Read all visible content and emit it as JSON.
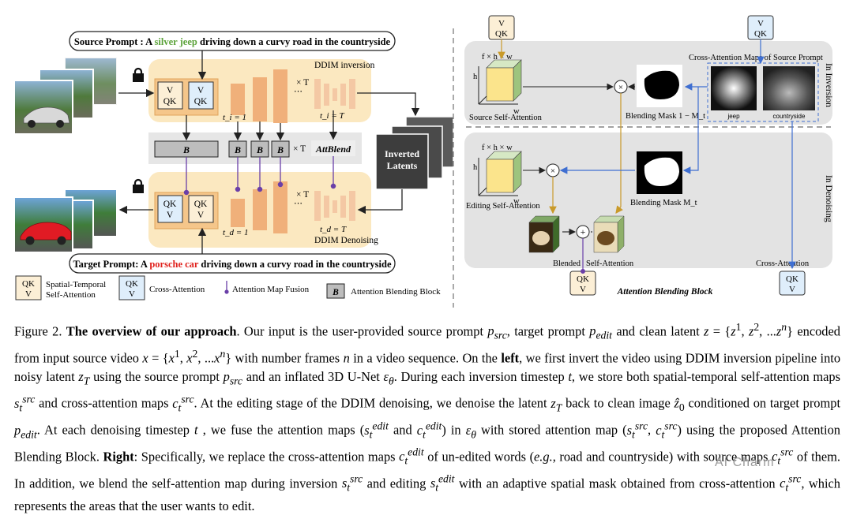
{
  "left": {
    "source_prompt": {
      "prefix": "Source Prompt : A ",
      "highlight": "silver jeep",
      "suffix": " driving down a curvy road in the countryside",
      "highlight_color": "#5ca33a"
    },
    "target_prompt": {
      "prefix": "Target Prompt: A ",
      "highlight": "porsche car",
      "suffix": " driving down a curvy road in the countryside",
      "highlight_color": "#e0201b"
    },
    "ddim_inversion": "DDIM inversion",
    "ddim_denoising": "DDIM Denoising",
    "times_T": "× T",
    "ti_1": "t_i = 1",
    "ti_T": "t_i = T",
    "td_1": "t_d = 1",
    "td_T": "t_d = T",
    "b_label": "B",
    "attblend": "AttBlend",
    "inverted_latents": [
      "Inverted",
      "Latents"
    ],
    "v_qk": [
      "V",
      "QK"
    ],
    "qk_v": [
      "QK",
      "V"
    ]
  },
  "legend": {
    "spatial_temporal": [
      "Spatial-Temporal",
      "Self-Attention"
    ],
    "cross_attention": "Cross-Attention",
    "fusion": "Attention Map Fusion",
    "blending_block": "Attention Blending Block",
    "b_label": "B"
  },
  "right": {
    "in_inversion": "In Inversion",
    "in_denoising": "In Denoising",
    "fhw_top": "f × h × w",
    "fhw_bottom": "f × h × w",
    "h": "h",
    "w": "w",
    "source_self_attention": "Source Self-Attention",
    "editing_self_attention": "Editing Self-Attention",
    "cross_maps_title": "Cross-Attention Maps of Source Prompt",
    "jeep": "jeep",
    "countryside": "countryside",
    "blending_mask_inv": "Blending Mask 1 − M_t",
    "blending_mask": "Blending Mask M_t",
    "blended": "Blended",
    "self_attention": "Self-Attention",
    "cross_attention": "Cross-Attention",
    "block_title": "Attention Blending Block",
    "v_qk": [
      "V",
      "QK"
    ],
    "qk_v": [
      "QK",
      "V"
    ],
    "times": "×",
    "plus": "+"
  },
  "caption_html": "Figure 2. <b>The overview of our approach</b>. Our input is the user-provided source prompt <i>p<sub>src</sub></i>, target prompt <i>p<sub>edit</sub></i> and clean latent <i>z</i> = {<i>z</i><sup>1</sup>, <i>z</i><sup>2</sup>, ...<i>z</i><sup><i>n</i></sup>} encoded from input source video <i>x</i> = {<i>x</i><sup>1</sup>, <i>x</i><sup>2</sup>, ...<i>x</i><sup><i>n</i></sup>} with number frames <i>n</i> in a video sequence. On the <b>left</b>, we first invert the video using DDIM inversion pipeline into noisy latent <i>z<sub>T</sub></i> using the source prompt <i>p<sub>src</sub></i> and an inflated 3D U-Net <i>ε<sub>θ</sub></i>. During each inversion timestep <i>t</i>, we store both spatial-temporal self-attention maps <i>s<sub>t</sub><sup>src</sup></i> and cross-attention maps <i>c<sub>t</sub><sup>src</sup></i>. At the editing stage of the DDIM denoising, we denoise the latent <i>z<sub>T</sub></i> back to clean image <i>ẑ</i><sub>0</sub> conditioned on target prompt <i>p<sub>edit</sub></i>. At each denoising timestep <i>t</i> , we fuse the attention maps (<i>s<sub>t</sub><sup>edit</sup></i> and <i>c<sub>t</sub><sup>edit</sup></i>) in <i>ε<sub>θ</sub></i> with stored attention map (<i>s<sub>t</sub><sup>src</sup></i>, <i>c<sub>t</sub><sup>src</sup></i>) using the proposed Attention Blending Block. <b>Right</b>: Specifically, we replace the cross-attention maps <i>c<sub>t</sub><sup>edit</sup></i> of un-edited words (<i>e.g.</i>, road and countryside) with source maps <i>c<sub>t</sub><sup>src</sup></i> of them. In addition, we blend the self-attention map during inversion <i>s<sub>t</sub><sup>src</sup></i> and editing <i>s<sub>t</sub><sup>edit</sup></i> with an adaptive spatial mask obtained from cross-attention <i>c<sub>t</sub><sup>src</sup></i>, which represents the areas that the user wants to edit.",
  "watermark": "AI Charm"
}
